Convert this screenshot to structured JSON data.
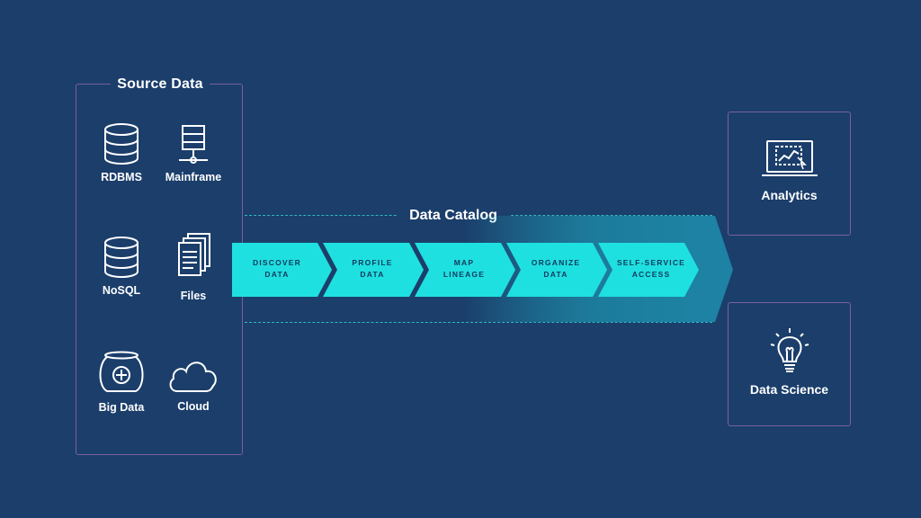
{
  "source": {
    "title": "Source Data",
    "items": [
      {
        "label": "RDBMS",
        "icon": "database-icon"
      },
      {
        "label": "Mainframe",
        "icon": "server-icon"
      },
      {
        "label": "NoSQL",
        "icon": "database-icon"
      },
      {
        "label": "Files",
        "icon": "files-icon"
      },
      {
        "label": "Big Data",
        "icon": "big-data-jar-icon"
      },
      {
        "label": "Cloud",
        "icon": "cloud-icon"
      }
    ]
  },
  "catalog": {
    "title": "Data Catalog",
    "steps": [
      {
        "label": "DISCOVER\nDATA"
      },
      {
        "label": "PROFILE\nDATA"
      },
      {
        "label": "MAP\nLINEAGE"
      },
      {
        "label": "ORGANIZE\nDATA"
      },
      {
        "label": "SELF-SERVICE\nACCESS"
      }
    ]
  },
  "outputs": [
    {
      "label": "Analytics",
      "icon": "laptop-chart-icon"
    },
    {
      "label": "Data Science",
      "icon": "lightbulb-icon"
    }
  ],
  "colors": {
    "background": "#1b3e6b",
    "box_border": "#7b5ea3",
    "accent_cyan": "#1fe0e0",
    "dash": "#2fb7c6",
    "step_text": "#123a5e"
  }
}
